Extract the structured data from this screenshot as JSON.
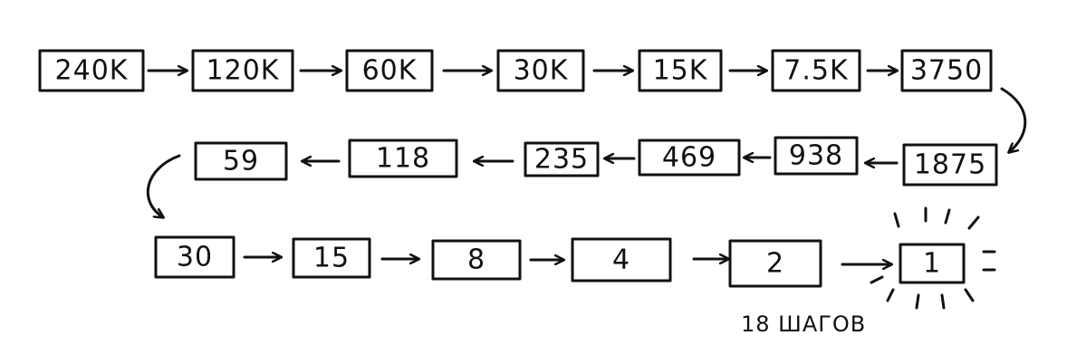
{
  "diagram": {
    "row1": [
      "240K",
      "120K",
      "60K",
      "30K",
      "15K",
      "7.5K",
      "3750"
    ],
    "row2": [
      "59",
      "118",
      "235",
      "469",
      "938",
      "1875"
    ],
    "row3": [
      "30",
      "15",
      "8",
      "4",
      "2",
      "1"
    ],
    "caption": "18 ШАГОВ",
    "highlighted_node": "1"
  }
}
